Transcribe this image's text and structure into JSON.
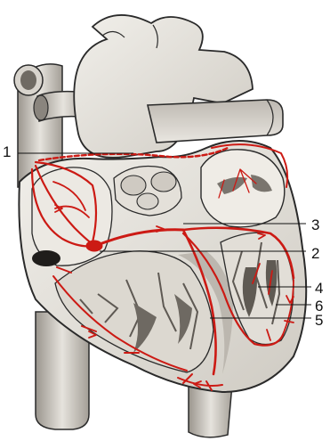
{
  "labels": {
    "label_1": "1",
    "label_2": "2",
    "label_3": "3",
    "label_4": "4",
    "label_5": "5",
    "label_6": "6"
  },
  "colors": {
    "conduction_red": "#cc1a14",
    "tissue_light": "#e9e6e0",
    "tissue_mid": "#c8c4bc",
    "tissue_dark": "#8f8a83",
    "outline": "#2a2a2a"
  }
}
